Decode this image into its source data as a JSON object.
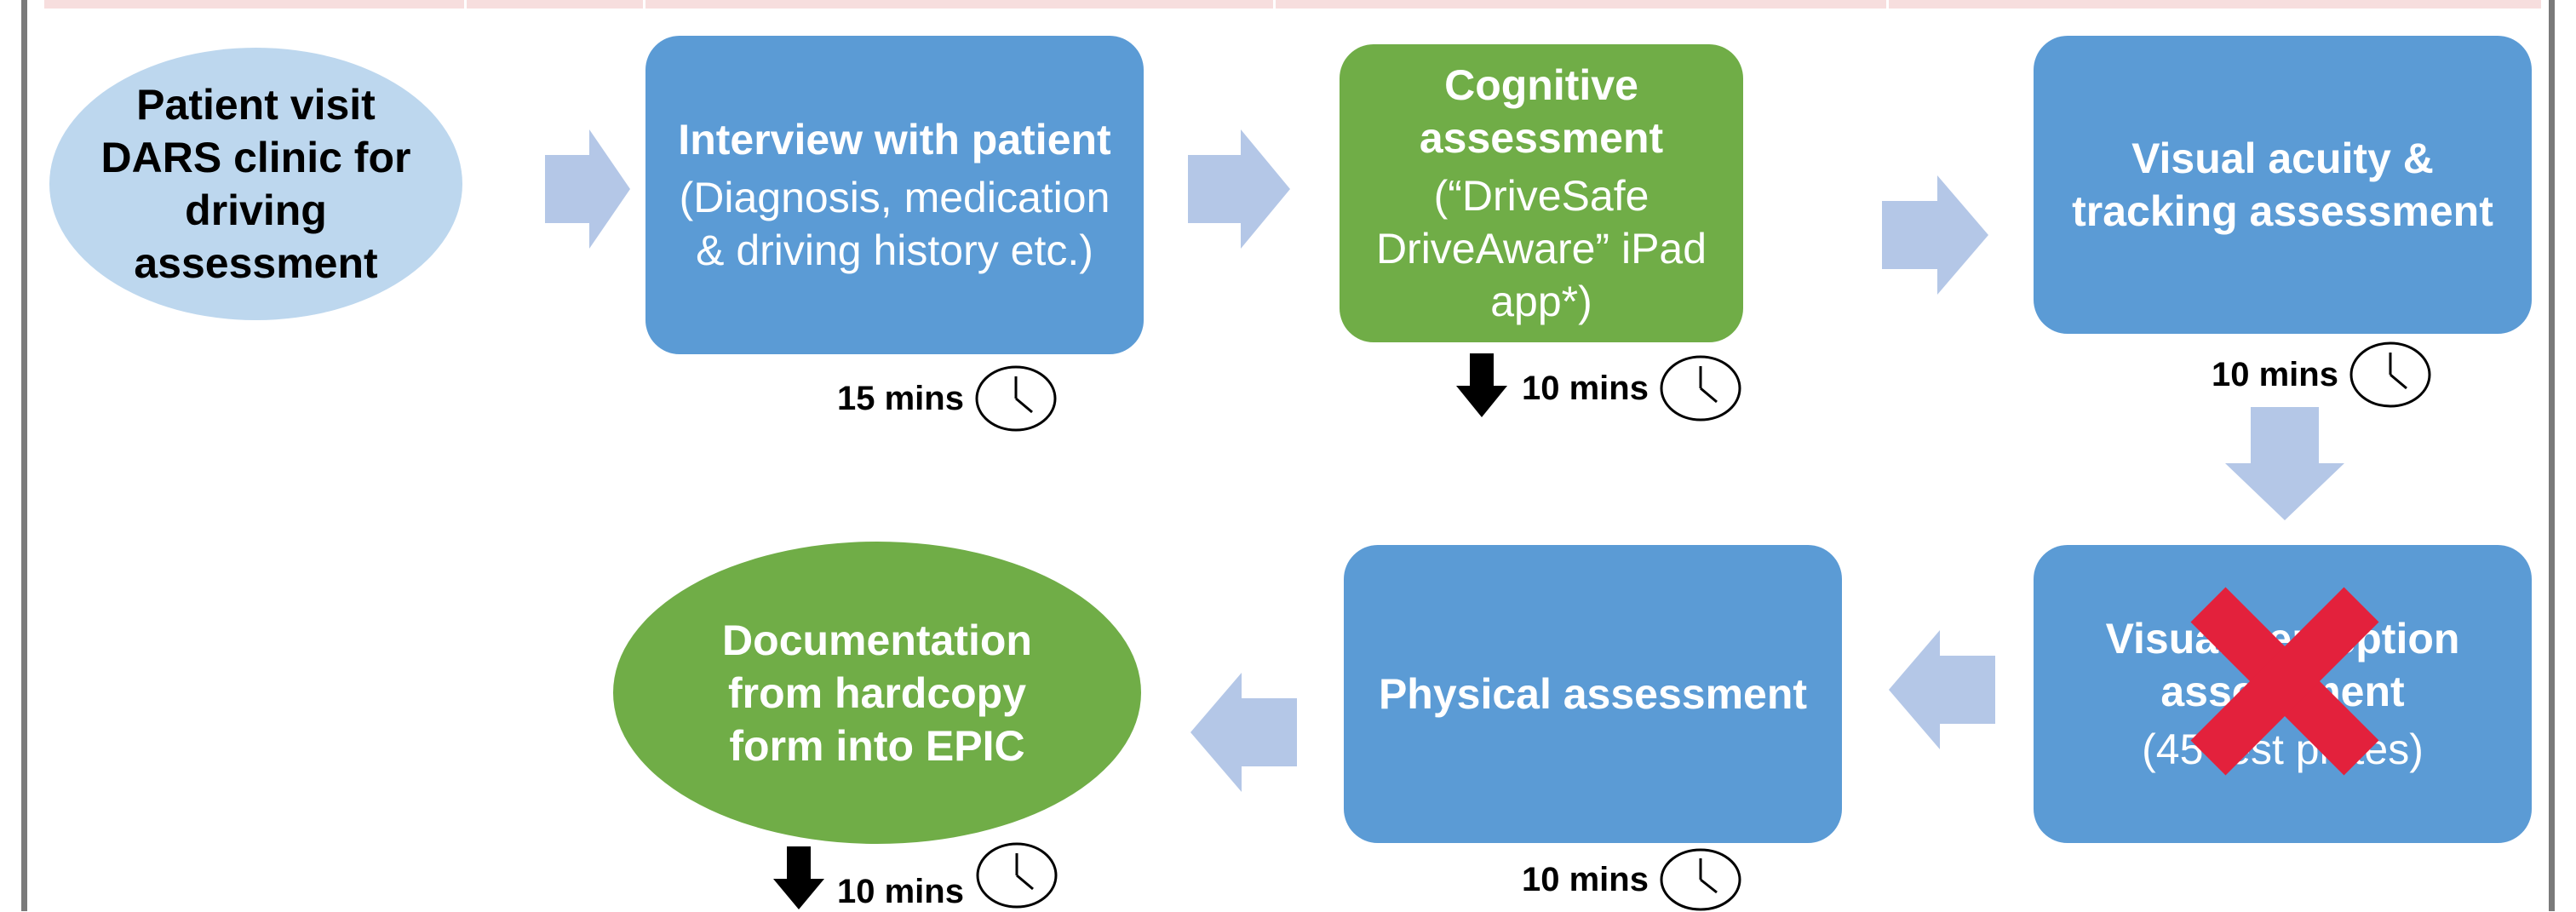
{
  "nodes": {
    "patient_visit": {
      "title": "Patient visit DARS clinic for driving assessment"
    },
    "interview": {
      "title": "Interview with patient",
      "sub": "(Diagnosis, medication & driving history etc.)"
    },
    "cognitive": {
      "title": "Cognitive assessment",
      "sub": "(“DriveSafe DriveAware” iPad app*)"
    },
    "visual_acuity": {
      "title": "Visual acuity & tracking assessment"
    },
    "visual_perception": {
      "title": "Visual perception assessment",
      "sub": "(45 test plates)"
    },
    "physical": {
      "title": "Physical assessment"
    },
    "documentation": {
      "title": "Documentation from hardcopy form into EPIC"
    }
  },
  "times": {
    "interview": "15 mins",
    "cognitive": "10 mins",
    "visual_acuity": "10 mins",
    "physical": "10 mins",
    "documentation": "10 mins"
  },
  "colors": {
    "blue": "#5b9bd5",
    "green": "#70ad47",
    "light_blue": "#bdd7ee",
    "arrow": "#b4c7e7",
    "cross": "#e3213c"
  },
  "icons": [
    "clock-icon",
    "down-arrow-icon",
    "cross-icon"
  ]
}
